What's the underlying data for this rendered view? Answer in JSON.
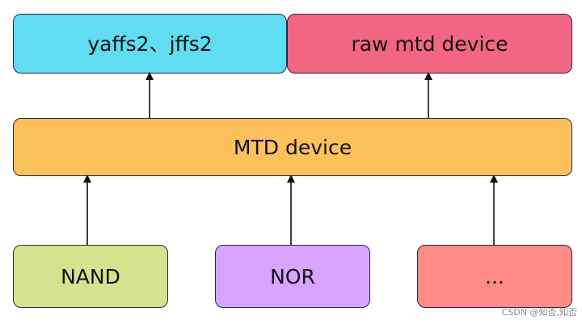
{
  "diagram": {
    "nodes": {
      "filesystems": {
        "label": "yaffs2、jffs2",
        "color": "#5fdcf0"
      },
      "raw_mtd": {
        "label": "raw mtd device",
        "color": "#f36681"
      },
      "mtd_device": {
        "label": "MTD device",
        "color": "#fdc15c"
      },
      "nand": {
        "label": "NAND",
        "color": "#d5e38f"
      },
      "nor": {
        "label": "NOR",
        "color": "#d9a4ff"
      },
      "more": {
        "label": "...",
        "color": "#fe8b85"
      }
    },
    "edges": [
      {
        "from": "mtd_device",
        "to": "filesystems"
      },
      {
        "from": "mtd_device",
        "to": "raw_mtd"
      },
      {
        "from": "nand",
        "to": "mtd_device"
      },
      {
        "from": "nor",
        "to": "mtd_device"
      },
      {
        "from": "more",
        "to": "mtd_device"
      }
    ]
  },
  "watermark": "CSDN @知否,知否"
}
